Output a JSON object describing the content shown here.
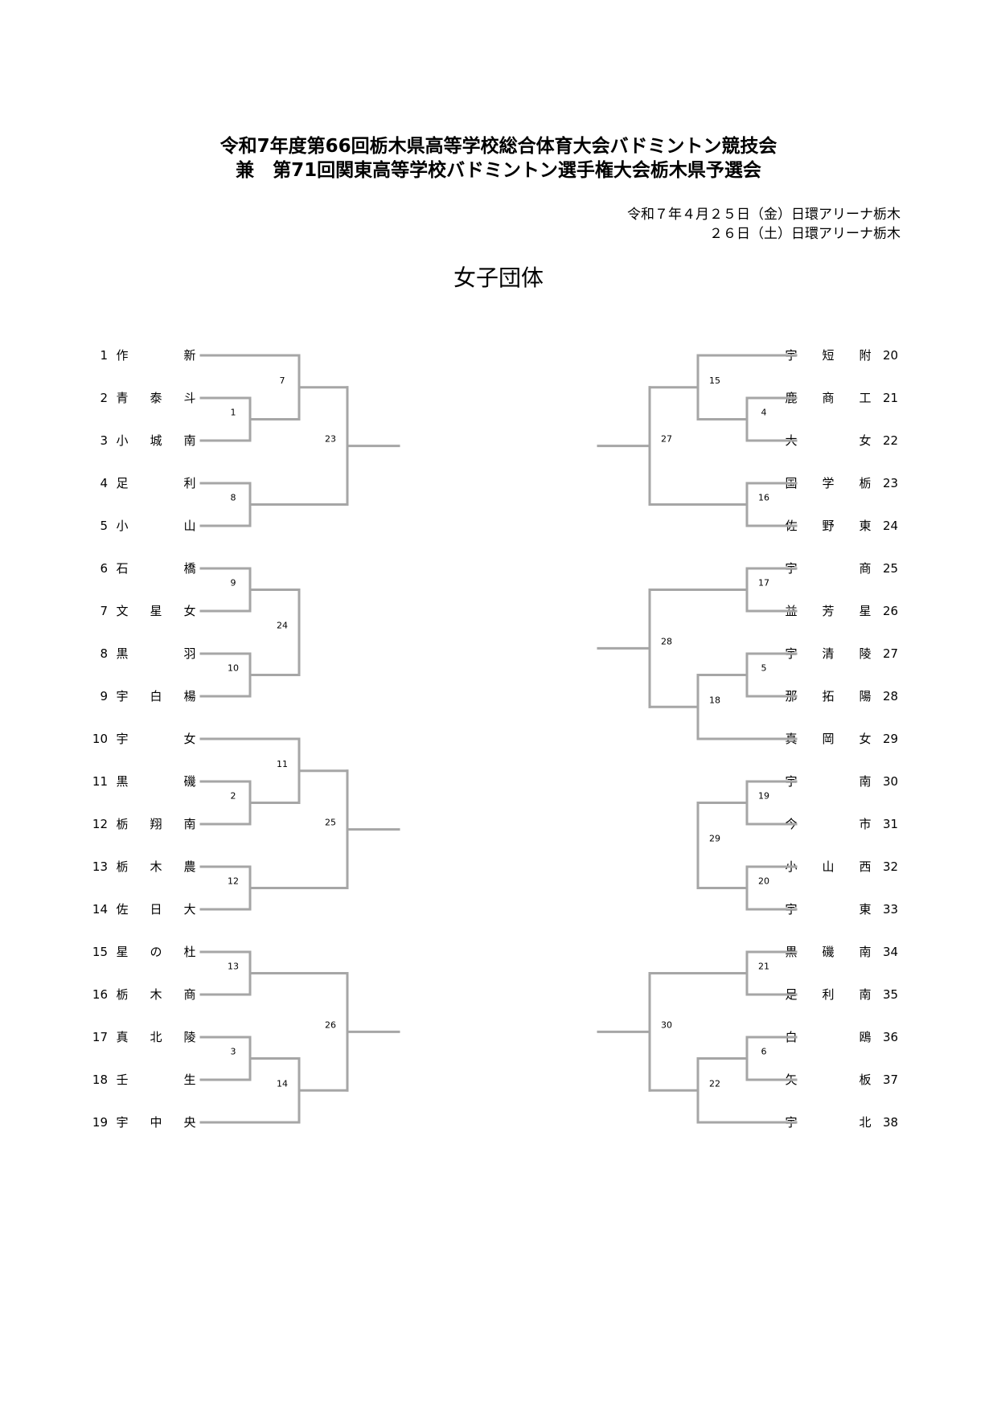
{
  "header": {
    "title_line1": "令和7年度第66回栃木県高等学校総合体育大会バドミントン競技会",
    "title_line2": "兼　第71回関東高等学校バドミントン選手権大会栃木県予選会",
    "date_line1": "令和７年４月２５日（金）日環アリーナ栃木",
    "date_line2": "２６日（土）日環アリーナ栃木",
    "heading": "女子団体"
  },
  "bracket_color": "#a6a6a6",
  "left_entries": [
    {
      "seed": "1",
      "name": [
        "作",
        "",
        "新"
      ]
    },
    {
      "seed": "2",
      "name": [
        "青",
        "泰",
        "斗"
      ]
    },
    {
      "seed": "3",
      "name": [
        "小",
        "城",
        "南"
      ]
    },
    {
      "seed": "4",
      "name": [
        "足",
        "",
        "利"
      ]
    },
    {
      "seed": "5",
      "name": [
        "小",
        "",
        "山"
      ]
    },
    {
      "seed": "6",
      "name": [
        "石",
        "",
        "橋"
      ]
    },
    {
      "seed": "7",
      "name": [
        "文",
        "星",
        "女"
      ]
    },
    {
      "seed": "8",
      "name": [
        "黒",
        "",
        "羽"
      ]
    },
    {
      "seed": "9",
      "name": [
        "宇",
        "白",
        "楊"
      ]
    },
    {
      "seed": "10",
      "name": [
        "宇",
        "",
        "女"
      ]
    },
    {
      "seed": "11",
      "name": [
        "黒",
        "",
        "磯"
      ]
    },
    {
      "seed": "12",
      "name": [
        "栃",
        "翔",
        "南"
      ]
    },
    {
      "seed": "13",
      "name": [
        "栃",
        "木",
        "農"
      ]
    },
    {
      "seed": "14",
      "name": [
        "佐",
        "日",
        "大"
      ]
    },
    {
      "seed": "15",
      "name": [
        "星",
        "の",
        "杜"
      ]
    },
    {
      "seed": "16",
      "name": [
        "栃",
        "木",
        "商"
      ]
    },
    {
      "seed": "17",
      "name": [
        "真",
        "北",
        "陵"
      ]
    },
    {
      "seed": "18",
      "name": [
        "壬",
        "",
        "生"
      ]
    },
    {
      "seed": "19",
      "name": [
        "宇",
        "中",
        "央"
      ]
    }
  ],
  "right_entries": [
    {
      "seed": "20",
      "name": [
        "宇",
        "短",
        "附"
      ]
    },
    {
      "seed": "21",
      "name": [
        "鹿",
        "商",
        "工"
      ]
    },
    {
      "seed": "22",
      "name": [
        "大",
        "",
        "女"
      ]
    },
    {
      "seed": "23",
      "name": [
        "国",
        "学",
        "栃"
      ]
    },
    {
      "seed": "24",
      "name": [
        "佐",
        "野",
        "東"
      ]
    },
    {
      "seed": "25",
      "name": [
        "宇",
        "",
        "商"
      ]
    },
    {
      "seed": "26",
      "name": [
        "益",
        "芳",
        "星"
      ]
    },
    {
      "seed": "27",
      "name": [
        "宇",
        "清",
        "陵"
      ]
    },
    {
      "seed": "28",
      "name": [
        "那",
        "拓",
        "陽"
      ]
    },
    {
      "seed": "29",
      "name": [
        "真",
        "岡",
        "女"
      ]
    },
    {
      "seed": "30",
      "name": [
        "宇",
        "",
        "南"
      ]
    },
    {
      "seed": "31",
      "name": [
        "今",
        "",
        "市"
      ]
    },
    {
      "seed": "32",
      "name": [
        "小",
        "山",
        "西"
      ]
    },
    {
      "seed": "33",
      "name": [
        "宇",
        "",
        "東"
      ]
    },
    {
      "seed": "34",
      "name": [
        "黒",
        "磯",
        "南"
      ]
    },
    {
      "seed": "35",
      "name": [
        "足",
        "利",
        "南"
      ]
    },
    {
      "seed": "36",
      "name": [
        "白",
        "",
        "鴎"
      ]
    },
    {
      "seed": "37",
      "name": [
        "矢",
        "",
        "板"
      ]
    },
    {
      "seed": "38",
      "name": [
        "宇",
        "",
        "北"
      ]
    }
  ],
  "left_matches": [
    {
      "no": "1",
      "a": 1,
      "b": 2
    },
    {
      "no": "7",
      "a": 0,
      "b": "m1"
    },
    {
      "no": "8",
      "a": 3,
      "b": 4
    },
    {
      "no": "23",
      "a": "m7",
      "b": "m8"
    },
    {
      "no": "9",
      "a": 5,
      "b": 6
    },
    {
      "no": "10",
      "a": 7,
      "b": 8
    },
    {
      "no": "24",
      "a": "m9",
      "b": "m10"
    },
    {
      "no": "2",
      "a": 10,
      "b": 11
    },
    {
      "no": "11",
      "a": 9,
      "b": "m2"
    },
    {
      "no": "12",
      "a": 12,
      "b": 13
    },
    {
      "no": "25",
      "a": "m11",
      "b": "m12"
    },
    {
      "no": "13",
      "a": 14,
      "b": 15
    },
    {
      "no": "3",
      "a": 16,
      "b": 17
    },
    {
      "no": "14",
      "a": "m3",
      "b": 18
    },
    {
      "no": "26",
      "a": "m13",
      "b": "m14"
    }
  ],
  "right_matches": [
    {
      "no": "4",
      "a": 1,
      "b": 2
    },
    {
      "no": "15",
      "a": 0,
      "b": "m4"
    },
    {
      "no": "16",
      "a": 3,
      "b": 4
    },
    {
      "no": "27",
      "a": "m15",
      "b": "m16"
    },
    {
      "no": "17",
      "a": 5,
      "b": 6
    },
    {
      "no": "5",
      "a": 7,
      "b": 8
    },
    {
      "no": "18",
      "a": "m5",
      "b": 9
    },
    {
      "no": "28",
      "a": "m17",
      "b": "m18"
    },
    {
      "no": "19",
      "a": 10,
      "b": 11
    },
    {
      "no": "20",
      "a": 12,
      "b": 13
    },
    {
      "no": "29",
      "a": "m19",
      "b": "m20"
    },
    {
      "no": "21",
      "a": 14,
      "b": 15
    },
    {
      "no": "6",
      "a": 16,
      "b": 17
    },
    {
      "no": "22",
      "a": "m6",
      "b": 18
    },
    {
      "no": "30",
      "a": "m21",
      "b": "m22"
    }
  ]
}
